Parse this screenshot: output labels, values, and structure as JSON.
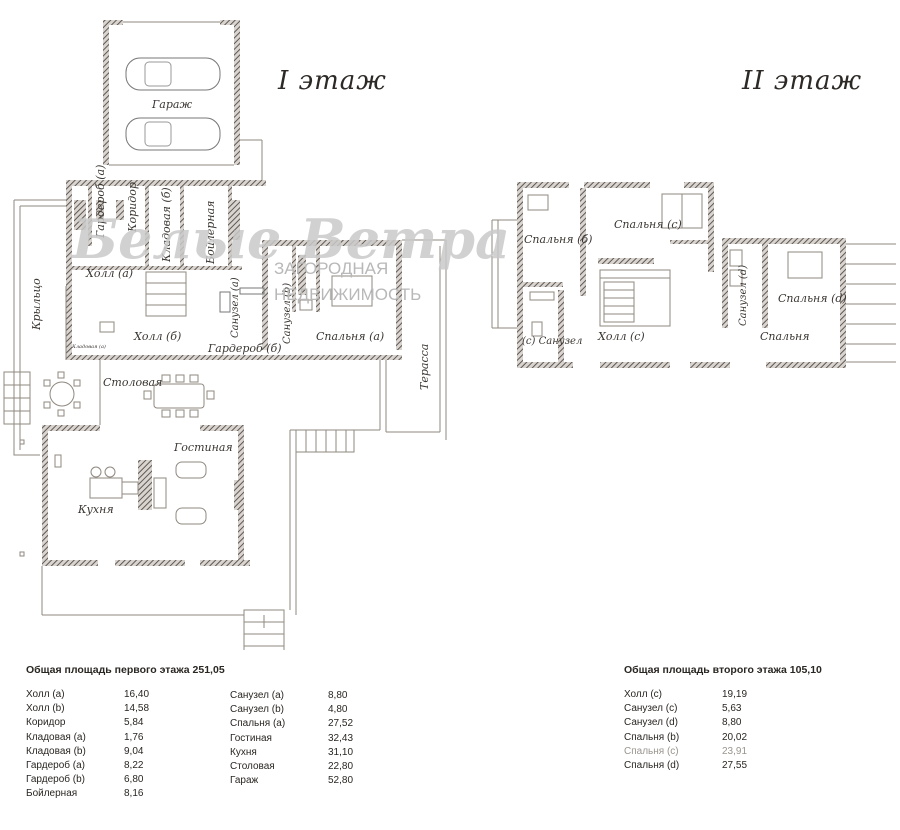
{
  "floor1": {
    "title": "I этаж",
    "area_label": "Общая площадь первого этажа 251,05",
    "rooms_col1": [
      {
        "name": "Холл (a)",
        "area": "16,40"
      },
      {
        "name": "Холл (b)",
        "area": "14,58"
      },
      {
        "name": "Коридор",
        "area": "5,84"
      },
      {
        "name": "Кладовая (a)",
        "area": "1,76"
      },
      {
        "name": "Кладовая (b)",
        "area": "9,04"
      },
      {
        "name": "Гардероб (a)",
        "area": "8,22"
      },
      {
        "name": "Гардероб (b)",
        "area": "6,80"
      },
      {
        "name": "Бойлерная",
        "area": "8,16"
      }
    ],
    "rooms_col2": [
      {
        "name": "Санузел (a)",
        "area": "8,80"
      },
      {
        "name": "Санузел (b)",
        "area": "4,80"
      },
      {
        "name": "Спальня (a)",
        "area": "27,52"
      },
      {
        "name": "Гостиная",
        "area": "32,43"
      },
      {
        "name": "Кухня",
        "area": "31,10"
      },
      {
        "name": "Столовая",
        "area": "22,80"
      },
      {
        "name": "Гараж",
        "area": "52,80"
      }
    ],
    "plan_labels": {
      "garage": "Гараж",
      "garderob_a": "Гардероб (a)",
      "corridor": "Коридор",
      "kladovaya_b": "Кладовая (б)",
      "boiler": "Бойлерная",
      "hall_a": "Холл (a)",
      "kryltso": "Крыльцо",
      "kladovaya_a": "Кладовая (a)",
      "hall_b": "Холл (б)",
      "sanuzel_a": "Санузел (a)",
      "sanuzel_b": "Санузел (b)",
      "garderob_b": "Гардероб (б)",
      "bedroom_a": "Спальня (a)",
      "terrace": "Терасса",
      "dining": "Столовая",
      "living": "Гостиная",
      "kitchen": "Кухня"
    }
  },
  "floor2": {
    "title": "II этаж",
    "area_label": "Общая площадь второго этажа 105,10",
    "rooms": [
      {
        "name": "Холл (c)",
        "area": "19,19"
      },
      {
        "name": "Санузел (c)",
        "area": "5,63"
      },
      {
        "name": "Санузел (d)",
        "area": "8,80"
      },
      {
        "name": "Спальня (b)",
        "area": "20,02"
      },
      {
        "name": "Спальня (c)",
        "area": "23,91"
      },
      {
        "name": "Спальня (d)",
        "area": "27,55"
      }
    ],
    "plan_labels": {
      "bedroom_b": "Спальня (б)",
      "bedroom_c": "Спальня (с)",
      "bedroom_d": "Спальня (d)",
      "bedroom": "Спальня",
      "sanuzel_c": "(с) Санузел",
      "sanuzel_d": "Санузел (d)",
      "hall_c": "Холл (с)"
    }
  },
  "watermark": {
    "brand": "Белые Ветра",
    "line1": "ЗАГОРОДНАЯ",
    "line2": "НЕДВИЖИМОСТЬ"
  },
  "colors": {
    "wall": "#6e6760",
    "line": "#8f8880",
    "text": "#3b3632",
    "watermark": "#c9c9c9"
  }
}
